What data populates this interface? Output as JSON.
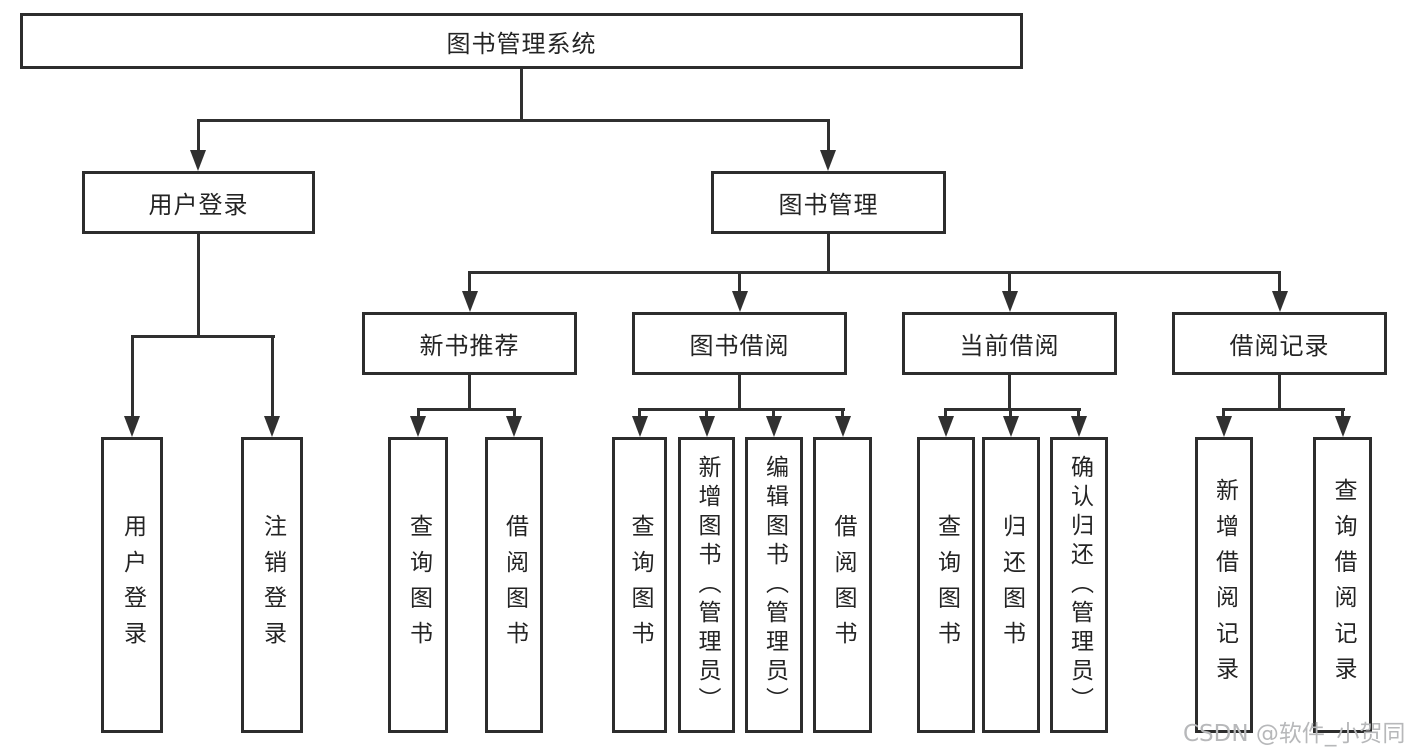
{
  "tree": {
    "root": "图书管理系统",
    "user_login": {
      "label": "用户登录",
      "children": {
        "login": "用户登录",
        "logout": "注销登录"
      }
    },
    "book_mgmt": {
      "label": "图书管理",
      "children": {
        "new_recommend": {
          "label": "新书推荐",
          "children": {
            "query": "查询图书",
            "borrow": "借阅图书"
          }
        },
        "borrowing": {
          "label": "图书借阅",
          "children": {
            "query": "查询图书",
            "add": "新增图书（管理员）",
            "edit": "编辑图书（管理员）",
            "borrow": "借阅图书"
          }
        },
        "current": {
          "label": "当前借阅",
          "children": {
            "query": "查询图书",
            "return": "归还图书",
            "confirm": "确认归还（管理员）"
          }
        },
        "records": {
          "label": "借阅记录",
          "children": {
            "add": "新增借阅记录",
            "query": "查询借阅记录"
          }
        }
      }
    }
  },
  "watermark": "CSDN @软件_小贺同学",
  "colors": {
    "line": "#303030",
    "box_border": "#2d2d2d",
    "box_fill": "#ffffff",
    "text": "#242424",
    "watermark": "#b7b8ba",
    "background": "#ffffff"
  }
}
